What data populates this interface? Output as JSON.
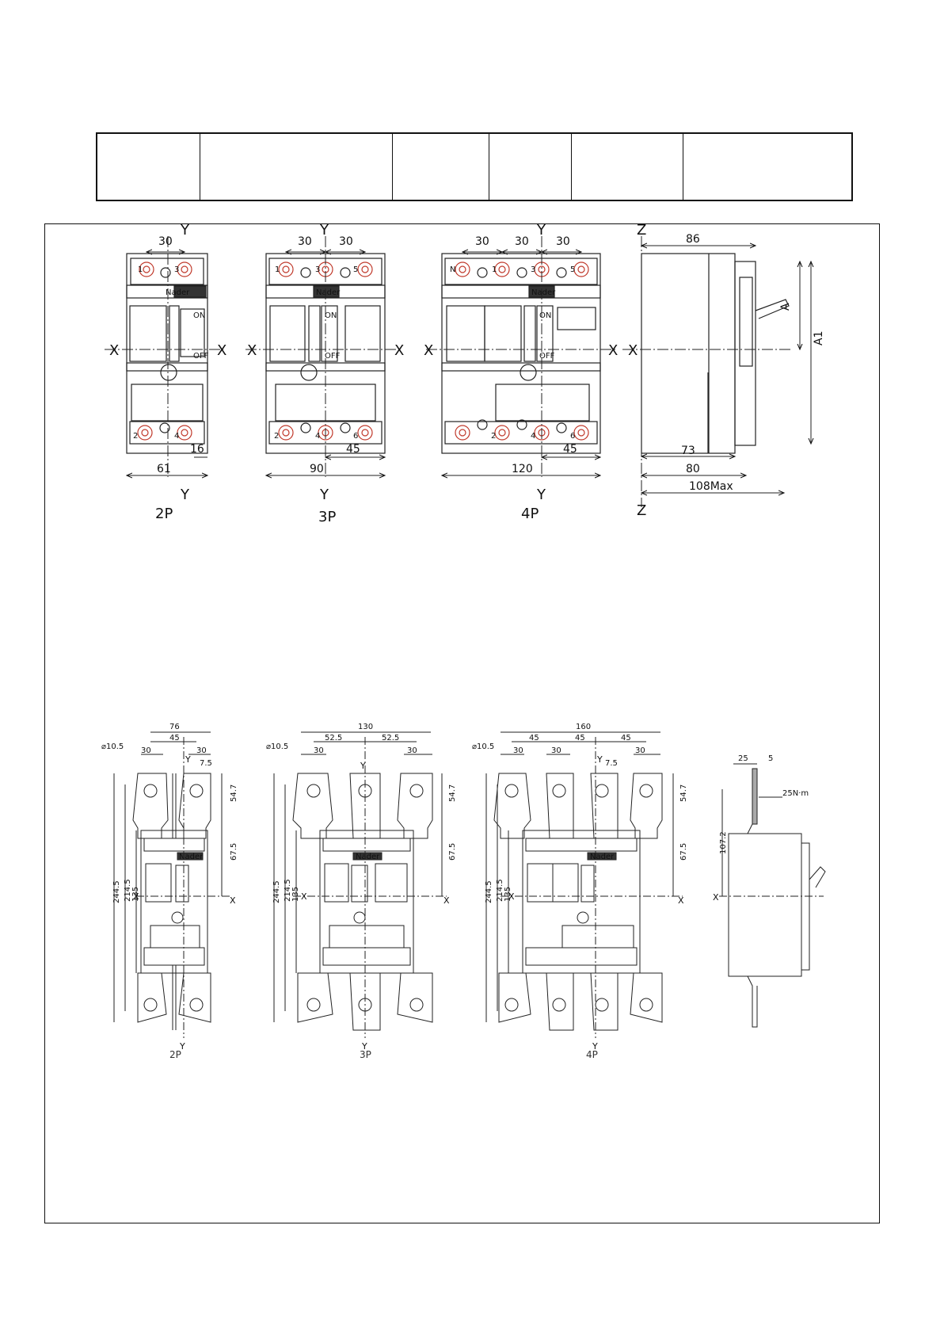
{
  "title_block": {
    "cells": [
      "",
      "",
      "",
      "",
      "",
      ""
    ]
  },
  "top_views": {
    "p2": {
      "label": "2P",
      "dims": [
        "30",
        "16",
        "61"
      ]
    },
    "p3": {
      "label": "3P",
      "dims": [
        "30",
        "30",
        "45",
        "90"
      ]
    },
    "p4": {
      "label": "4P",
      "dims": [
        "30",
        "30",
        "30",
        "45",
        "120"
      ]
    },
    "side": {
      "dims": [
        "86",
        "73",
        "80",
        "108Max",
        "A",
        "A1"
      ]
    }
  },
  "bottom_views": {
    "p2": {
      "label": "2P",
      "dims": [
        "76",
        "45",
        "30",
        "30",
        "7.5",
        "54.7",
        "67.5",
        "244.5",
        "214.5",
        "135"
      ],
      "hole": "⌀10.5"
    },
    "p3": {
      "label": "3P",
      "dims": [
        "130",
        "52.5",
        "52.5",
        "30",
        "30",
        "54.7",
        "67.5",
        "244.5",
        "214.5",
        "135"
      ],
      "hole": "⌀10.5"
    },
    "p4": {
      "label": "4P",
      "dims": [
        "160",
        "45",
        "45",
        "45",
        "30",
        "30",
        "30",
        "7.5",
        "54.7",
        "67.5",
        "244.5",
        "214.5",
        "135"
      ],
      "hole": "⌀10.5"
    },
    "side": {
      "dims": [
        "25",
        "5",
        "107.2"
      ],
      "torque": "25N·m"
    }
  },
  "axes": {
    "x": "X",
    "y": "Y",
    "z": "Z"
  },
  "brand": "Nader",
  "terminals": {
    "n": "N",
    "t1": "1",
    "t2": "2",
    "t3": "3",
    "t4": "4",
    "t5": "5",
    "t6": "6"
  },
  "switch": {
    "on": "ON",
    "off": "OFF"
  }
}
